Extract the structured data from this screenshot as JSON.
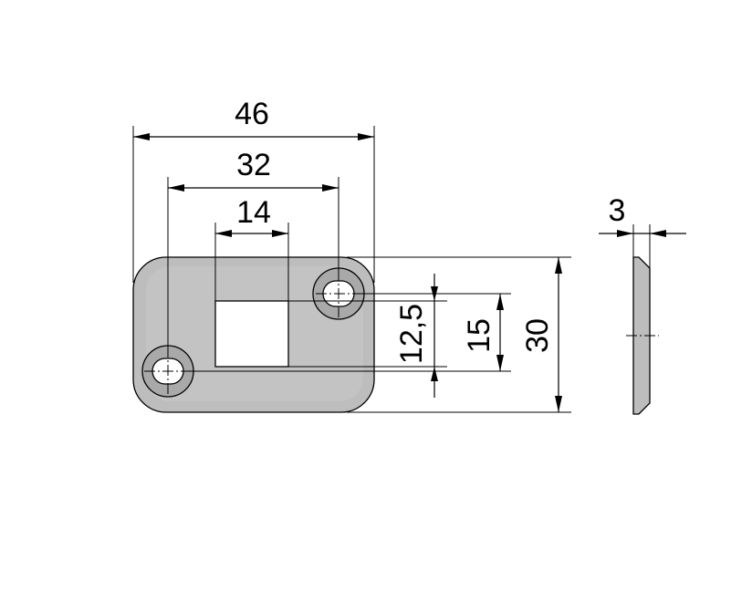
{
  "dimensions": {
    "overall_width": "46",
    "slot_spacing": "32",
    "window_width": "14",
    "offset": "12,5",
    "slot_vertical": "15",
    "overall_height": "30",
    "thickness": "3"
  },
  "colors": {
    "plate": "#bdbdbd",
    "slot_ring": "#a9a9a9",
    "lines": "#000000"
  }
}
